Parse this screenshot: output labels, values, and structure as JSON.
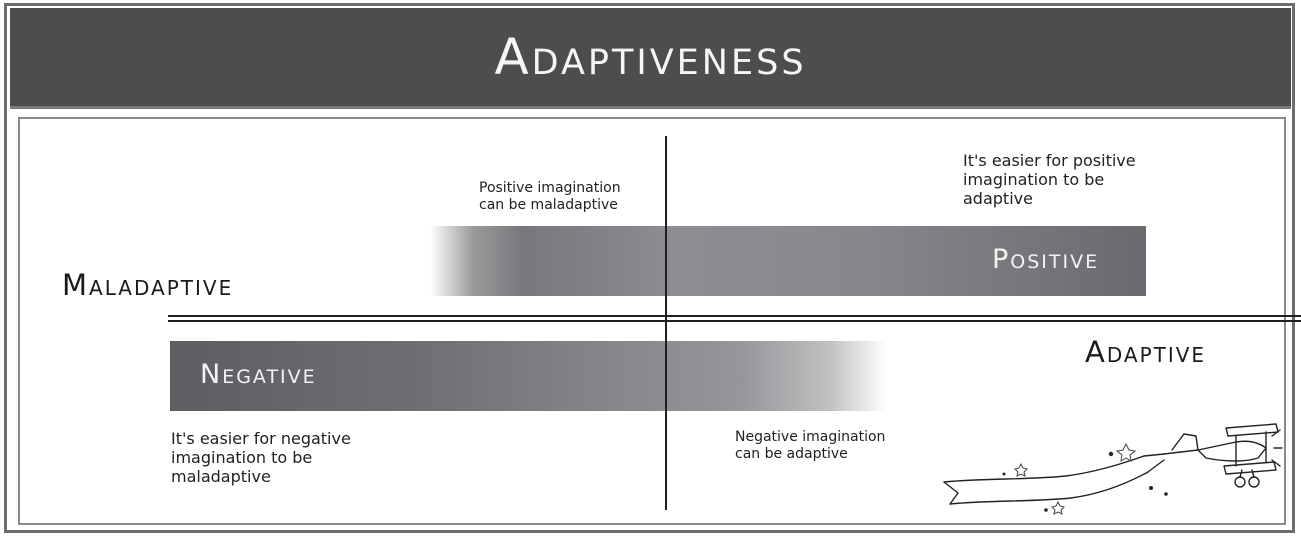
{
  "title": "Adaptiveness",
  "axis": {
    "left": "Maladaptive",
    "right": "Adaptive"
  },
  "bars": {
    "positive": "Positive",
    "negative": "Negative"
  },
  "notes": {
    "positive_maladaptive": "Positive imagination\ncan be maladaptive",
    "positive_adaptive": "It's easier for positive\nimagination to be\nadaptive",
    "negative_maladaptive": "It's easier for negative\nimagination to be\nmaladaptive",
    "negative_adaptive": "Negative imagination\ncan be adaptive"
  },
  "colors": {
    "banner": "#4d4d4f",
    "axis": "#1f1f1f"
  },
  "illustration": "biplane-with-banner"
}
